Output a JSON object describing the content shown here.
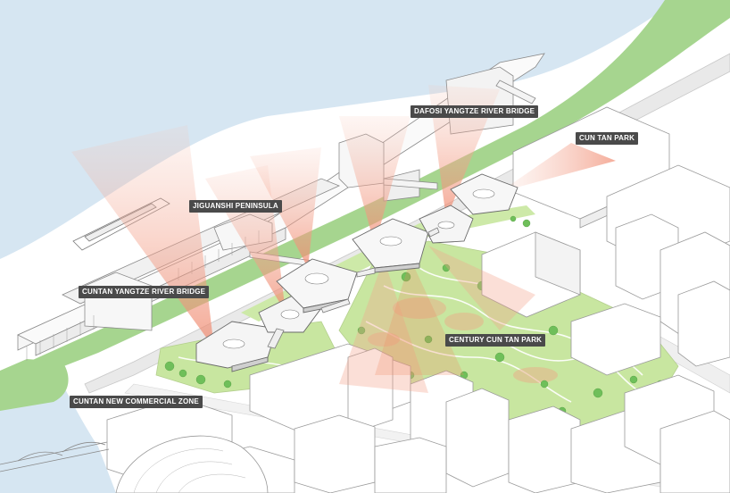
{
  "labels": {
    "dafosi": "DAFOSI YANGTZE RIVER BRIDGE",
    "cuntan_park": "CUN TAN PARK",
    "jiguanshi": "JIGUANSHI PENINSULA",
    "cuntan_bridge": "CUNTAN YANGTZE RIVER BRIDGE",
    "century_park": "CENTURY CUN TAN PARK",
    "commercial_zone": "CUNTAN NEW COMMERCIAL ZONE"
  },
  "colors": {
    "river": "#d6e6f2",
    "riverbank_green": "#9fd28a",
    "park_green": "#c4e39a",
    "tree_green": "#6fbf5a",
    "view_cone": "#f3a28c",
    "label_bg": "#4a4a4a",
    "building_line": "#9a9a9a"
  }
}
